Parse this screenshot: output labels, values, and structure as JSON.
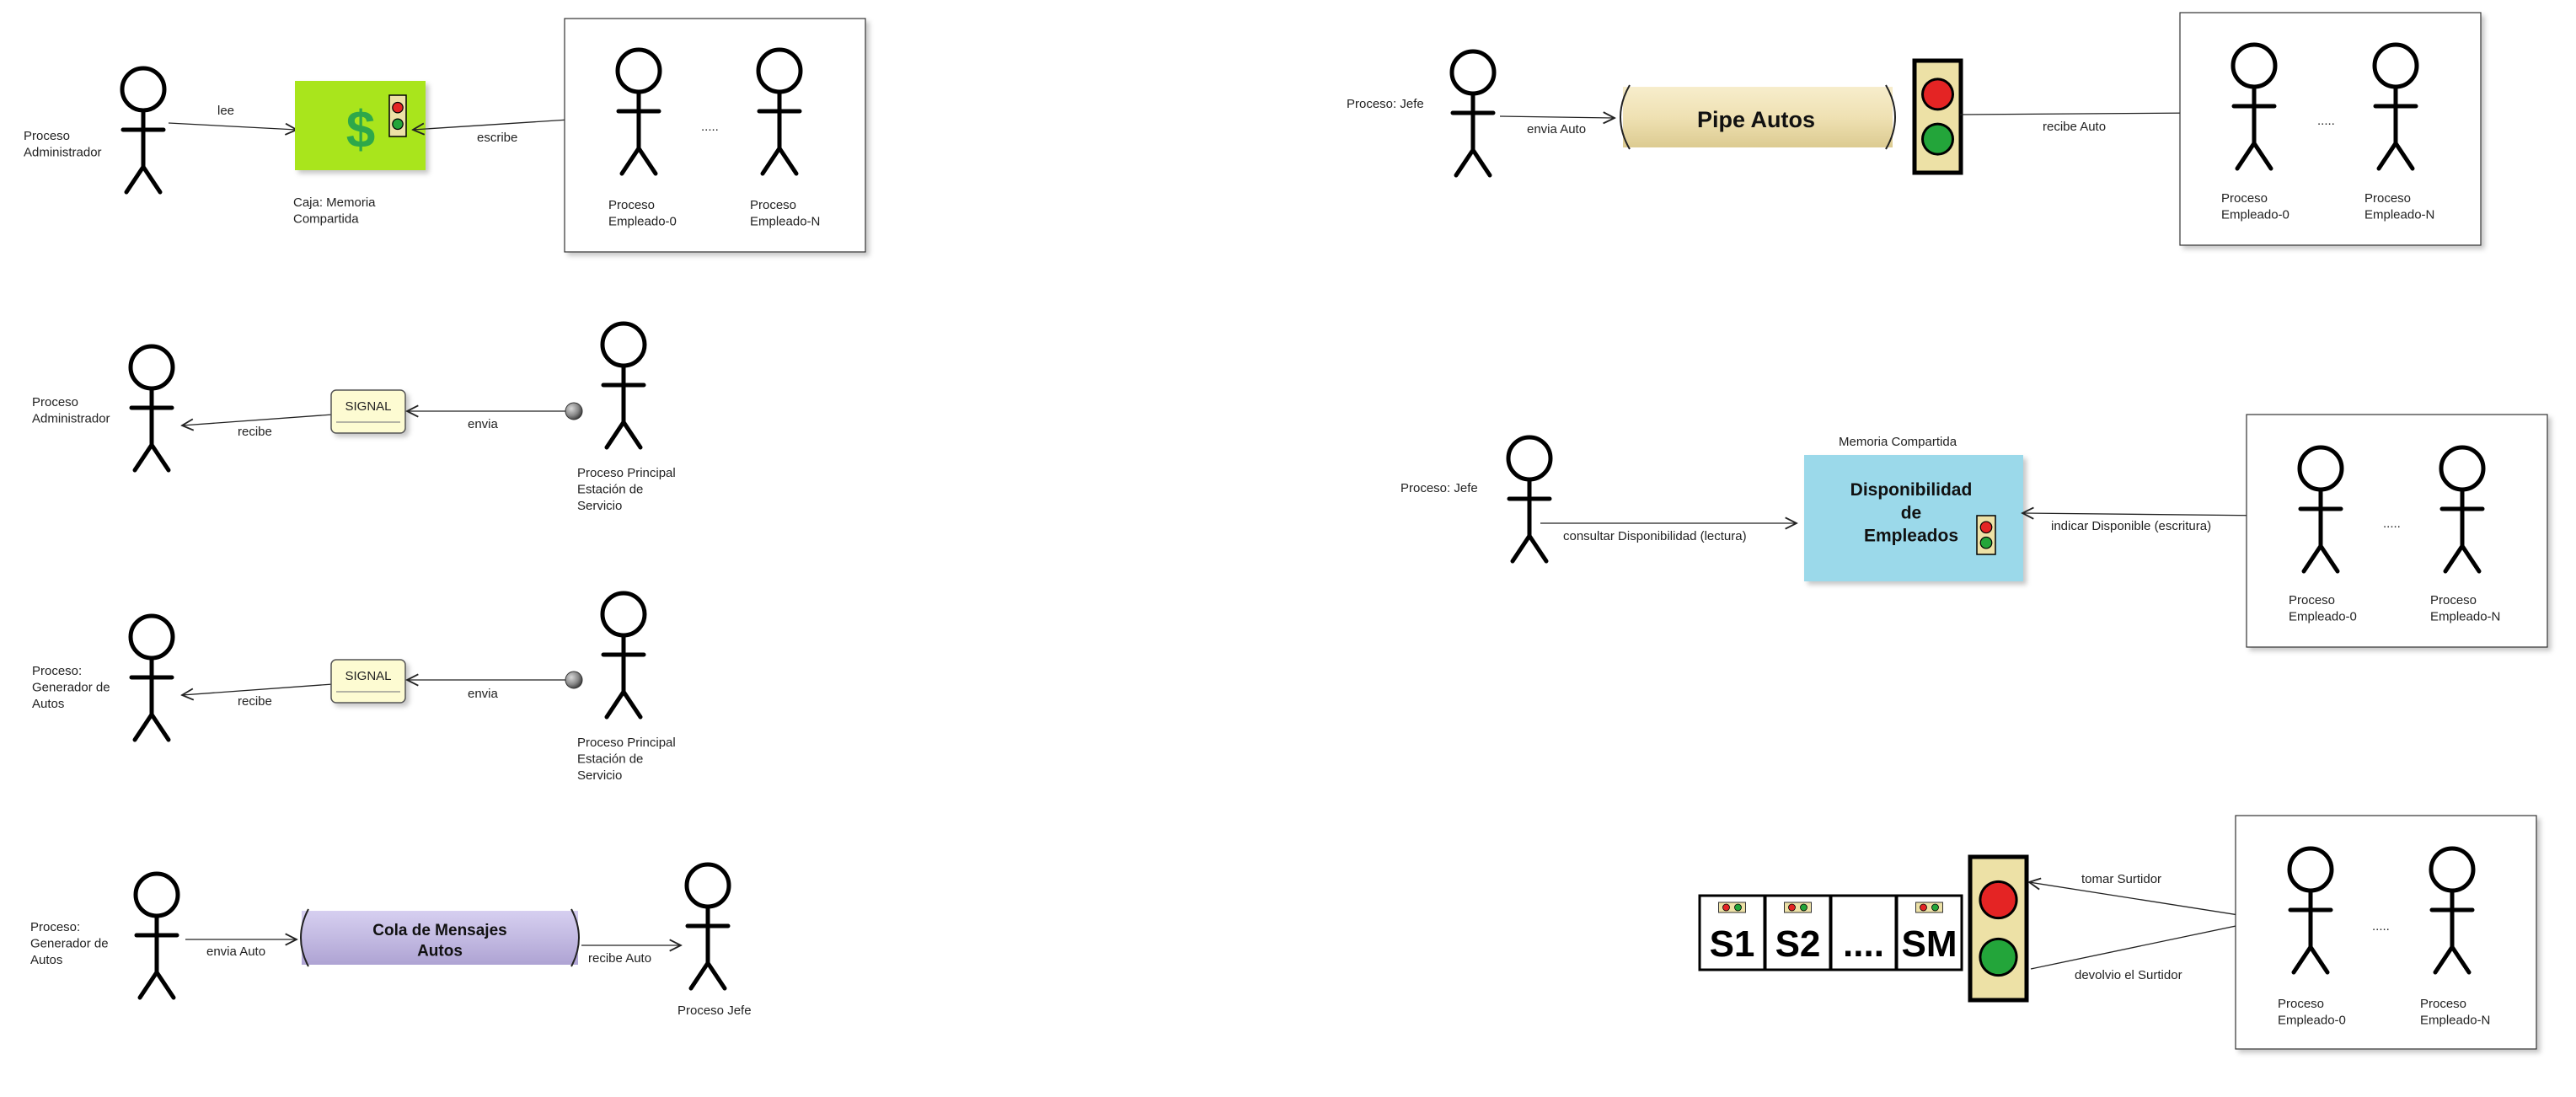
{
  "colors": {
    "money_box": "#a9e51c",
    "money_symbol": "#2ea84a",
    "signal_box": "#fdfbd2",
    "pipe_fill": "#efe1b3",
    "queue_fill": "#c3bae2",
    "memory_box": "#9bd9ea",
    "light_red": "#e42424",
    "light_green": "#23a53a",
    "light_box": "#ede1a6"
  },
  "icons": [
    "stick-figure-icon",
    "dollar-icon",
    "traffic-light-icon",
    "signal-icon",
    "pipe-icon",
    "semaphore-icon"
  ],
  "panel_shared_memory": {
    "actor_admin": "Proceso\nAdministrador",
    "arrow_read": "lee",
    "box_symbol": "$",
    "box_caption": "Caja: Memoria\nCompartida",
    "arrow_write": "escribe",
    "employee_first": "Proceso\nEmpleado-0",
    "ellipsis": ".....",
    "employee_last": "Proceso\nEmpleado-N"
  },
  "panel_signal_admin": {
    "receiver": "Proceso\nAdministrador",
    "arrow_receive": "recibe",
    "signal_label": "SIGNAL",
    "arrow_send": "envia",
    "sender": "Proceso Principal\nEstación de\nServicio"
  },
  "panel_signal_generator": {
    "receiver": "Proceso:\nGenerador de\nAutos",
    "arrow_receive": "recibe",
    "signal_label": "SIGNAL",
    "arrow_send": "envia",
    "sender": "Proceso Principal\nEstación de\nServicio"
  },
  "panel_message_queue": {
    "sender": "Proceso:\nGenerador de\nAutos",
    "arrow_send": "envia Auto",
    "queue_label": "Cola de Mensajes\nAutos",
    "arrow_receive": "recibe Auto",
    "receiver": "Proceso Jefe"
  },
  "panel_pipe": {
    "sender": "Proceso: Jefe",
    "arrow_send": "envia Auto",
    "pipe_label": "Pipe Autos",
    "arrow_receive": "recibe Auto",
    "employee_first": "Proceso\nEmpleado-0",
    "ellipsis": ".....",
    "employee_last": "Proceso\nEmpleado-N"
  },
  "panel_availability": {
    "reader": "Proceso: Jefe",
    "arrow_read": "consultar Disponibilidad (lectura)",
    "memory_title": "Memoria Compartida",
    "memory_label": "Disponibilidad\nde\nEmpleados",
    "arrow_write": "indicar Disponible (escritura)",
    "employee_first": "Proceso\nEmpleado-0",
    "ellipsis": ".....",
    "employee_last": "Proceso\nEmpleado-N"
  },
  "panel_pumps": {
    "pumps": [
      "S1",
      "S2",
      "....",
      "SM"
    ],
    "arrow_take": "tomar Surtidor",
    "arrow_return": "devolvio el Surtidor",
    "employee_first": "Proceso\nEmpleado-0",
    "ellipsis": ".....",
    "employee_last": "Proceso\nEmpleado-N"
  }
}
